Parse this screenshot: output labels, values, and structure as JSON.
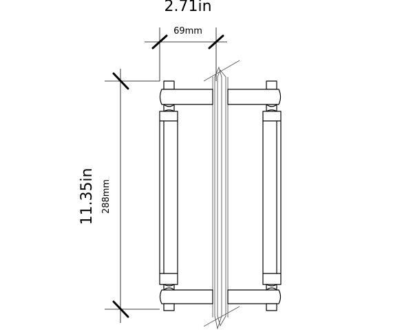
{
  "dimensions": {
    "width": {
      "imperial": "2.71in",
      "metric": "69mm"
    },
    "height": {
      "imperial": "11.35in",
      "metric": "288mm"
    }
  },
  "colors": {
    "ink": "#000000",
    "background": "#ffffff"
  }
}
